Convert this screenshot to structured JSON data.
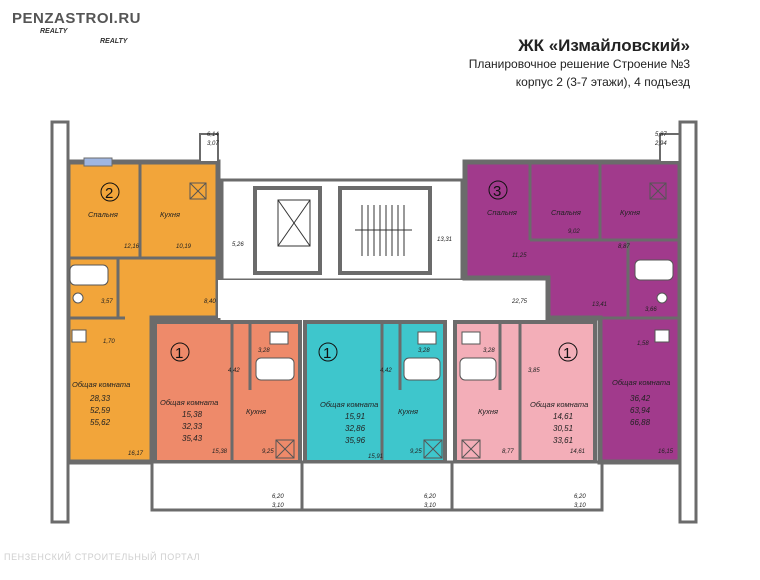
{
  "header": {
    "title": "ЖК «Измайловский»",
    "subtitle": "Планировочное решение Строение №3",
    "subtitle2": "корпус 2 (3-7 этажи), 4 подъезд"
  },
  "logo": {
    "site": "PENZASTROI.RU",
    "sub1": "REALTY",
    "sub2": "REALTY"
  },
  "footer": {
    "text": "ПЕНЗЕНСКИЙ СТРОИТЕЛЬНЫЙ ПОРТАЛ"
  },
  "colors": {
    "orange": "#f2a53a",
    "coral": "#ee8a6a",
    "cyan": "#3ec6cc",
    "pink": "#f3aeb8",
    "purple": "#a13a8c",
    "wall": "#6b6b6b",
    "corridor": "#ffffff"
  },
  "apartments": {
    "a2": {
      "number": "2",
      "balcony": [
        "6,14",
        "3,07"
      ],
      "bedroom": "Спальня",
      "kitchen": "Кухня",
      "living": "Общая комната",
      "area_bedroom": "12,16",
      "area_kitchen": "10,19",
      "area_hall": "8,40",
      "area_bath": "3,57",
      "area_wc": "1,70",
      "totals": [
        "28,33",
        "52,59",
        "55,62"
      ],
      "area_living_side": "16,17"
    },
    "c1": {
      "number": "1",
      "living": "Общая комната",
      "kitchen": "Кухня",
      "area_hall": "4,42",
      "area_bath": "3,28",
      "totals": [
        "15,38",
        "32,33",
        "35,43"
      ],
      "area_living": "15,38",
      "area_kitchen": "9,25",
      "balcony": [
        "6,20",
        "3,10"
      ]
    },
    "t1": {
      "number": "1",
      "living": "Общая комната",
      "kitchen": "Кухня",
      "area_hall": "4,42",
      "area_bath": "3,28",
      "totals": [
        "15,91",
        "32,86",
        "35,96"
      ],
      "area_living": "15,91",
      "area_kitchen": "9,25",
      "balcony": [
        "6,20",
        "3,10"
      ]
    },
    "p1": {
      "number": "1",
      "living": "Общая комната",
      "kitchen": "Кухня",
      "area_hall": "3,85",
      "area_bath": "3,28",
      "totals": [
        "14,61",
        "30,51",
        "33,61"
      ],
      "area_living": "14,61",
      "area_kitchen": "8,77",
      "balcony": [
        "6,20",
        "3,10"
      ]
    },
    "v3": {
      "number": "3",
      "bedroom1": "Спальня",
      "bedroom2": "Спальня",
      "kitchen": "Кухня",
      "living": "Общая комната",
      "balcony": [
        "5,87",
        "2,94"
      ],
      "area_bedroom1": "11,25",
      "area_bedroom2": "9,02",
      "area_kitchen": "8,87",
      "area_hall": "13,41",
      "area_bath": "3,66",
      "area_wc": "1,58",
      "totals": [
        "36,42",
        "63,94",
        "66,88"
      ],
      "area_living_side": "16,15"
    }
  },
  "common": {
    "area_lift": "5,26",
    "area_stair": "13,31",
    "area_corridor": "22,75"
  }
}
